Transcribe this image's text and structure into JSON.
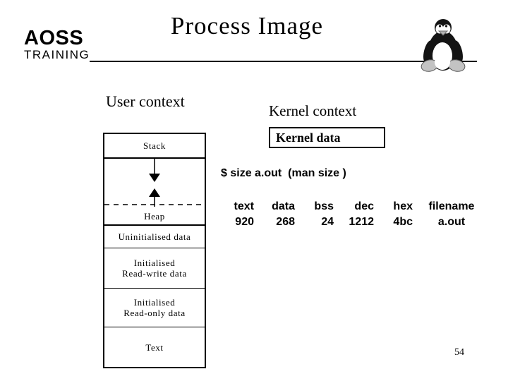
{
  "slide": {
    "title": "Process Image",
    "page_number": "54",
    "logo": {
      "line1": "AOSS",
      "line2": "TRAINING"
    }
  },
  "headings": {
    "user_context": "User context",
    "kernel_context": "Kernel context"
  },
  "kernel_data": {
    "label": "Kernel data"
  },
  "memory_diagram": {
    "stack": "Stack",
    "heap": "Heap",
    "uninitialised": "Uninitialised data",
    "initialised_rw": [
      "Initialised",
      "Read-write data"
    ],
    "initialised_ro": [
      "Initialised",
      "Read-only data"
    ],
    "text": "Text"
  },
  "size_output": {
    "command": "$ size a.out  (man size )",
    "headers": [
      "text",
      "data",
      "bss",
      "dec",
      "hex",
      "filename"
    ],
    "values": [
      "920",
      "268",
      "24",
      "1212",
      "4bc",
      "a.out"
    ]
  },
  "colors": {
    "foreground": "#000000",
    "background": "#ffffff"
  }
}
